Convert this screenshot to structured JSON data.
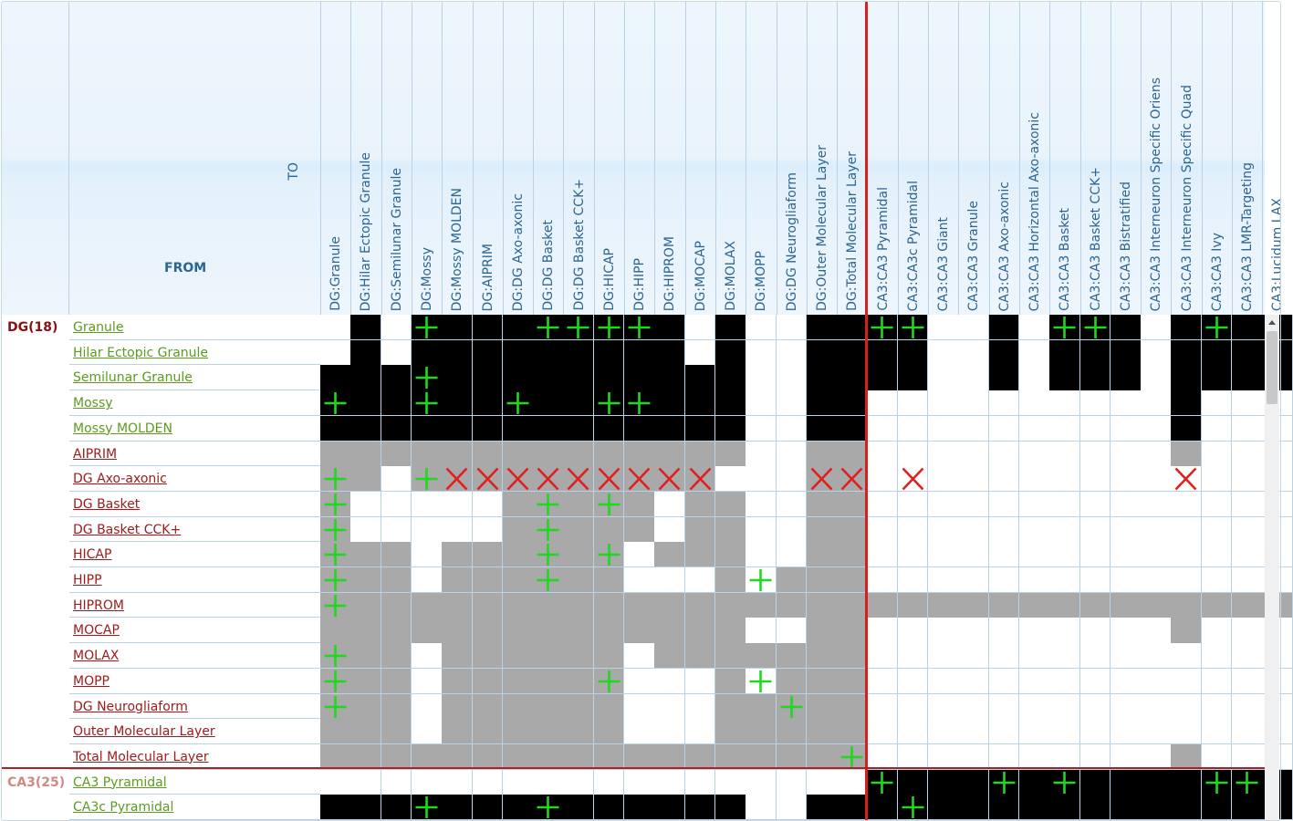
{
  "header": {
    "to_label": "TO",
    "from_label": "FROM"
  },
  "columns": [
    "DG:Granule",
    "DG:Hilar Ectopic Granule",
    "DG:Semilunar Granule",
    "DG:Mossy",
    "DG:Mossy MOLDEN",
    "DG:AIPRIM",
    "DG:DG Axo-axonic",
    "DG:DG Basket",
    "DG:DG Basket CCK+",
    "DG:HICAP",
    "DG:HIPP",
    "DG:HIPROM",
    "DG:MOCAP",
    "DG:MOLAX",
    "DG:MOPP",
    "DG:DG Neurogliaform",
    "DG:Outer Molecular Layer",
    "DG:Total Molecular Layer",
    "CA3:CA3 Pyramidal",
    "CA3:CA3c Pyramidal",
    "CA3:CA3 Giant",
    "CA3:CA3 Granule",
    "CA3:CA3 Axo-axonic",
    "CA3:CA3 Horizontal Axo-axonic",
    "CA3:CA3 Basket",
    "CA3:CA3 Basket CCK+",
    "CA3:CA3 Bistratified",
    "CA3:CA3 Interneuron Specific Oriens",
    "CA3:CA3 Interneuron Specific Quad",
    "CA3:CA3 Ivy",
    "CA3:CA3 LMR-Targeting",
    "CA3:Lucidum LAX"
  ],
  "groups": [
    {
      "label": "DG(18)",
      "color": "#8a1010",
      "first_row": 0
    },
    {
      "label": "CA3(25)",
      "color": "#d08a80",
      "first_row": 18
    }
  ],
  "rows": [
    {
      "label": "Granule",
      "color": "green"
    },
    {
      "label": "Hilar Ectopic Granule",
      "color": "green"
    },
    {
      "label": "Semilunar Granule",
      "color": "green"
    },
    {
      "label": "Mossy",
      "color": "green"
    },
    {
      "label": "Mossy MOLDEN",
      "color": "green"
    },
    {
      "label": "AIPRIM",
      "color": "red"
    },
    {
      "label": "DG Axo-axonic",
      "color": "red"
    },
    {
      "label": "DG Basket",
      "color": "red"
    },
    {
      "label": "DG Basket CCK+",
      "color": "red"
    },
    {
      "label": "HICAP",
      "color": "red"
    },
    {
      "label": "HIPP",
      "color": "red"
    },
    {
      "label": "HIPROM",
      "color": "red"
    },
    {
      "label": "MOCAP",
      "color": "red"
    },
    {
      "label": "MOLAX",
      "color": "red"
    },
    {
      "label": "MOPP",
      "color": "red"
    },
    {
      "label": "DG Neurogliaform",
      "color": "red"
    },
    {
      "label": "Outer Molecular Layer",
      "color": "red"
    },
    {
      "label": "Total Molecular Layer",
      "color": "red"
    },
    {
      "label": "CA3 Pyramidal",
      "color": "green"
    },
    {
      "label": "CA3c Pyramidal",
      "color": "green"
    }
  ],
  "matrix_legend": {
    "k": "black",
    "g": "gray",
    "w": "white",
    "+": "positive connection",
    "x": "negative connection"
  },
  "matrix": [
    [
      "w",
      "k",
      "w",
      "k+",
      "k",
      "k",
      "k",
      "k+",
      "k+",
      "k+",
      "k+",
      "k",
      "w",
      "k",
      "w",
      "w",
      "k",
      "k",
      "k+",
      "k+",
      "w",
      "w",
      "k",
      "w",
      "k+",
      "k+",
      "k",
      "w",
      "k",
      "k+",
      "k",
      "k"
    ],
    [
      "w",
      "k",
      "w",
      "k",
      "k",
      "k",
      "k",
      "k",
      "k",
      "k",
      "k",
      "k",
      "w",
      "k",
      "w",
      "w",
      "k",
      "k",
      "k",
      "k",
      "w",
      "w",
      "k",
      "w",
      "k",
      "k",
      "k",
      "w",
      "k",
      "k",
      "k",
      "k"
    ],
    [
      "k",
      "k",
      "k",
      "k+",
      "k",
      "k",
      "k",
      "k",
      "k",
      "k",
      "k",
      "k",
      "k",
      "k",
      "w",
      "w",
      "k",
      "k",
      "k",
      "k",
      "w",
      "w",
      "k",
      "w",
      "k",
      "k",
      "k",
      "w",
      "k",
      "k",
      "k",
      "k"
    ],
    [
      "k+",
      "k",
      "k",
      "k+",
      "k",
      "k",
      "k+",
      "k",
      "k",
      "k+",
      "k+",
      "k",
      "k",
      "k",
      "w",
      "w",
      "k",
      "k",
      "w",
      "w",
      "w",
      "w",
      "w",
      "w",
      "w",
      "w",
      "w",
      "w",
      "k",
      "w",
      "w",
      "w"
    ],
    [
      "k",
      "k",
      "k",
      "k",
      "k",
      "k",
      "k",
      "k",
      "k",
      "k",
      "k",
      "k",
      "k",
      "k",
      "w",
      "w",
      "k",
      "k",
      "w",
      "w",
      "w",
      "w",
      "w",
      "w",
      "w",
      "w",
      "w",
      "w",
      "k",
      "w",
      "w",
      "w"
    ],
    [
      "g",
      "g",
      "g",
      "g",
      "g",
      "g",
      "g",
      "g",
      "g",
      "g",
      "g",
      "g",
      "g",
      "g",
      "w",
      "w",
      "g",
      "g",
      "w",
      "w",
      "w",
      "w",
      "w",
      "w",
      "w",
      "w",
      "w",
      "w",
      "g",
      "w",
      "w",
      "w"
    ],
    [
      "g+",
      "g",
      "w",
      "g+",
      "gx",
      "gx",
      "gx",
      "gx",
      "gx",
      "gx",
      "gx",
      "gx",
      "gx",
      "w",
      "w",
      "w",
      "gx",
      "gx",
      "w",
      "wx",
      "w",
      "w",
      "w",
      "w",
      "w",
      "w",
      "w",
      "w",
      "wx",
      "w",
      "w",
      "w"
    ],
    [
      "g+",
      "w",
      "w",
      "w",
      "w",
      "w",
      "g",
      "g+",
      "g",
      "g+",
      "g",
      "w",
      "g",
      "g",
      "w",
      "w",
      "g",
      "g",
      "w",
      "w",
      "w",
      "w",
      "w",
      "w",
      "w",
      "w",
      "w",
      "w",
      "w",
      "w",
      "w",
      "w"
    ],
    [
      "g+",
      "w",
      "w",
      "w",
      "w",
      "w",
      "g",
      "g+",
      "g",
      "g",
      "g",
      "w",
      "g",
      "g",
      "w",
      "w",
      "g",
      "g",
      "w",
      "w",
      "w",
      "w",
      "w",
      "w",
      "w",
      "w",
      "w",
      "w",
      "w",
      "w",
      "w",
      "w"
    ],
    [
      "g+",
      "g",
      "g",
      "w",
      "g",
      "g",
      "g",
      "g+",
      "g",
      "g+",
      "w",
      "g",
      "g",
      "g",
      "w",
      "w",
      "g",
      "g",
      "w",
      "w",
      "w",
      "w",
      "w",
      "w",
      "w",
      "w",
      "w",
      "w",
      "w",
      "w",
      "w",
      "w"
    ],
    [
      "g+",
      "g",
      "g",
      "w",
      "g",
      "g",
      "g",
      "g+",
      "g",
      "g",
      "w",
      "w",
      "w",
      "g",
      "w+",
      "g",
      "g",
      "g",
      "w",
      "w",
      "w",
      "w",
      "w",
      "w",
      "w",
      "w",
      "w",
      "w",
      "w",
      "w",
      "w",
      "w"
    ],
    [
      "g+",
      "g",
      "g",
      "g",
      "g",
      "g",
      "g",
      "g",
      "g",
      "g",
      "g",
      "g",
      "g",
      "g",
      "g",
      "g",
      "g",
      "g",
      "g",
      "g",
      "g",
      "g",
      "g",
      "g",
      "g",
      "g",
      "g",
      "g",
      "g",
      "g",
      "g",
      "g"
    ],
    [
      "g",
      "g",
      "g",
      "g",
      "g",
      "g",
      "g",
      "g",
      "g",
      "g",
      "g",
      "g",
      "g",
      "g",
      "w",
      "w",
      "g",
      "g",
      "w",
      "w",
      "w",
      "w",
      "w",
      "w",
      "w",
      "w",
      "w",
      "w",
      "g",
      "w",
      "w",
      "w"
    ],
    [
      "g+",
      "g",
      "g",
      "w",
      "g",
      "g",
      "g",
      "g",
      "g",
      "g",
      "w",
      "g",
      "g",
      "g",
      "g",
      "g",
      "g",
      "g",
      "w",
      "w",
      "w",
      "w",
      "w",
      "w",
      "w",
      "w",
      "w",
      "w",
      "w",
      "w",
      "w",
      "w"
    ],
    [
      "g+",
      "g",
      "g",
      "w",
      "g",
      "g",
      "g",
      "g",
      "g",
      "g+",
      "w",
      "w",
      "w",
      "g",
      "w+",
      "g",
      "g",
      "g",
      "w",
      "w",
      "w",
      "w",
      "w",
      "w",
      "w",
      "w",
      "w",
      "w",
      "w",
      "w",
      "w",
      "w"
    ],
    [
      "g+",
      "g",
      "g",
      "w",
      "g",
      "g",
      "g",
      "g",
      "g",
      "g",
      "w",
      "w",
      "w",
      "g",
      "g",
      "g+",
      "g",
      "g",
      "w",
      "w",
      "w",
      "w",
      "w",
      "w",
      "w",
      "w",
      "w",
      "w",
      "w",
      "w",
      "w",
      "w"
    ],
    [
      "g",
      "g",
      "g",
      "w",
      "g",
      "g",
      "g",
      "g",
      "g",
      "g",
      "w",
      "w",
      "w",
      "g",
      "g",
      "g",
      "g",
      "g",
      "w",
      "w",
      "w",
      "w",
      "w",
      "w",
      "w",
      "w",
      "w",
      "w",
      "w",
      "w",
      "w",
      "w"
    ],
    [
      "g",
      "g",
      "g",
      "g",
      "g",
      "g",
      "g",
      "g",
      "g",
      "g",
      "g",
      "g",
      "g",
      "g",
      "g",
      "g",
      "g",
      "g+",
      "w",
      "w",
      "w",
      "w",
      "w",
      "w",
      "w",
      "w",
      "w",
      "w",
      "g",
      "w",
      "w",
      "w"
    ],
    [
      "w",
      "w",
      "w",
      "w",
      "w",
      "w",
      "w",
      "w",
      "w",
      "w",
      "w",
      "w",
      "w",
      "w",
      "w",
      "w",
      "w",
      "w",
      "k+",
      "k",
      "k",
      "k",
      "k+",
      "k",
      "k+",
      "k",
      "k",
      "k",
      "k",
      "k+",
      "k+",
      "k"
    ],
    [
      "k",
      "k",
      "k",
      "k+",
      "k",
      "k",
      "k",
      "k+",
      "k",
      "k",
      "k",
      "k",
      "k",
      "k",
      "w",
      "w",
      "k",
      "k",
      "k",
      "k+",
      "k",
      "k",
      "k",
      "k",
      "k",
      "k",
      "k",
      "k",
      "k",
      "k",
      "k",
      "k"
    ]
  ],
  "colors": {
    "positive_mark": "#1fd81f",
    "negative_mark": "#e02020",
    "divider": "#d62020"
  }
}
